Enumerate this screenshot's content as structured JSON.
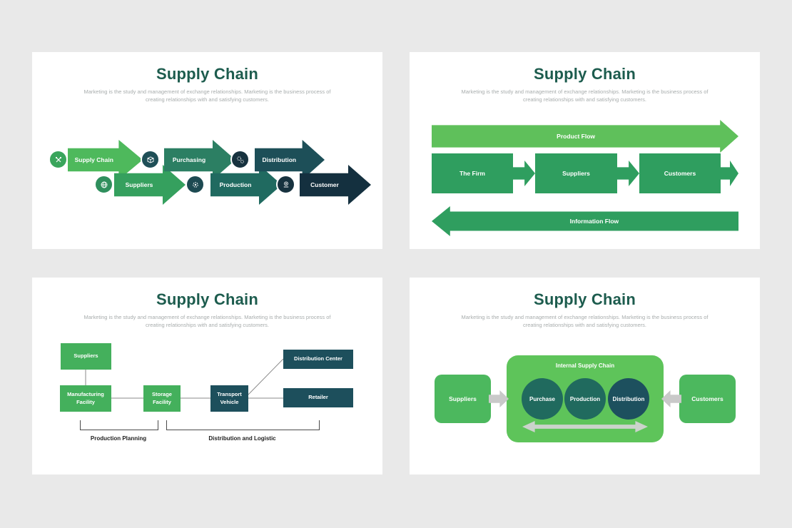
{
  "canvas": {
    "background": "#e9e9e9",
    "slide_background": "#ffffff",
    "title_color": "#1d5c4e"
  },
  "common": {
    "title": "Supply Chain",
    "subtitle": "Marketing is the study and management of exchange relationships. Marketing is the business process of creating relationships with and satisfying customers."
  },
  "slide1": {
    "type": "chevron-process",
    "steps": [
      {
        "label": "Supply Chain",
        "color": "#4eb95c"
      },
      {
        "label": "Suppliers",
        "color": "#35a05e"
      },
      {
        "label": "Purchasing",
        "color": "#2c7f63"
      },
      {
        "label": "Production",
        "color": "#206a60"
      },
      {
        "label": "Distribution",
        "color": "#1d4f58"
      },
      {
        "label": "Customer",
        "color": "#14303f"
      }
    ],
    "badges": [
      {
        "icon": "tools-icon",
        "color": "#3aa55c"
      },
      {
        "icon": "box-icon",
        "color": "#1f4f57"
      },
      {
        "icon": "globe-icon",
        "color": "#2f8f5d"
      },
      {
        "icon": "gear-icon",
        "color": "#1d4a52"
      },
      {
        "icon": "gears-icon",
        "color": "#17323f"
      },
      {
        "icon": "coins-icon",
        "color": "#17323f"
      }
    ]
  },
  "slide2": {
    "type": "flow-arrows",
    "top_arrow": "Product Flow",
    "bottom_arrow": "Information Flow",
    "boxes": [
      {
        "label": "The Firm"
      },
      {
        "label": "Suppliers"
      },
      {
        "label": "Customers"
      }
    ],
    "colors": {
      "product_flow": "#5fc05b",
      "boxes_and_info": "#2f9e5f"
    }
  },
  "slide3": {
    "type": "logistics-network",
    "boxes": [
      {
        "label": "Suppliers",
        "color": "#44b05c"
      },
      {
        "label": "Manufacturing Facility",
        "color": "#44b05c"
      },
      {
        "label": "Storage Facility",
        "color": "#44b05c"
      },
      {
        "label": "Transport Vehicle",
        "color": "#1d4f5c"
      },
      {
        "label": "Distribution Center",
        "color": "#1d4f5c"
      },
      {
        "label": "Retailer",
        "color": "#1d4f5c"
      }
    ],
    "brackets": [
      {
        "label": "Production Planning"
      },
      {
        "label": "Distribution and Logistic"
      }
    ]
  },
  "slide4": {
    "type": "internal-supply-chain",
    "container_label": "Internal Supply Chain",
    "left_box": "Suppliers",
    "right_box": "Customers",
    "circles": [
      {
        "label": "Purchase",
        "color": "#206a5e"
      },
      {
        "label": "Production",
        "color": "#206a5e"
      },
      {
        "label": "Distribution",
        "color": "#1d505e"
      }
    ],
    "colors": {
      "container": "#5ec45a",
      "side_box": "#4cb85e",
      "gray_arrow": "#c9c9c9"
    }
  }
}
